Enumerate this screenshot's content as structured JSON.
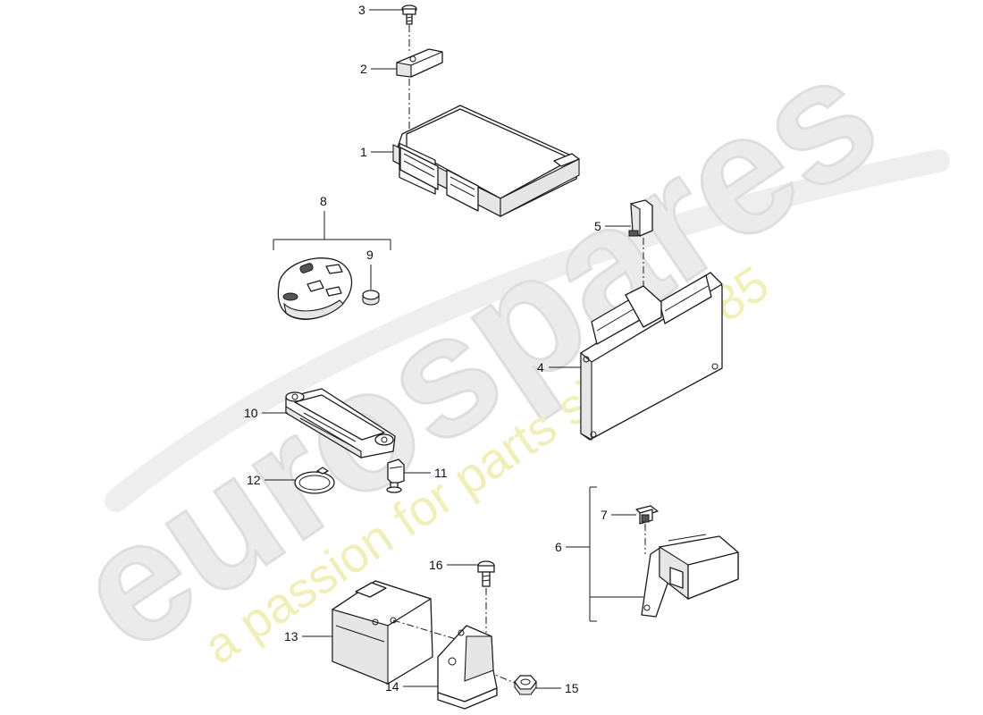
{
  "watermark": {
    "logo": "eurospares",
    "tagline": "a passion for parts since 1985"
  },
  "callouts": [
    {
      "id": "1",
      "label": "1"
    },
    {
      "id": "2",
      "label": "2"
    },
    {
      "id": "3",
      "label": "3"
    },
    {
      "id": "4",
      "label": "4"
    },
    {
      "id": "5",
      "label": "5"
    },
    {
      "id": "6",
      "label": "6"
    },
    {
      "id": "7",
      "label": "7"
    },
    {
      "id": "8",
      "label": "8"
    },
    {
      "id": "9",
      "label": "9"
    },
    {
      "id": "10",
      "label": "10"
    },
    {
      "id": "11",
      "label": "11"
    },
    {
      "id": "12",
      "label": "12"
    },
    {
      "id": "13",
      "label": "13"
    },
    {
      "id": "14",
      "label": "14"
    },
    {
      "id": "15",
      "label": "15"
    },
    {
      "id": "16",
      "label": "16"
    }
  ]
}
